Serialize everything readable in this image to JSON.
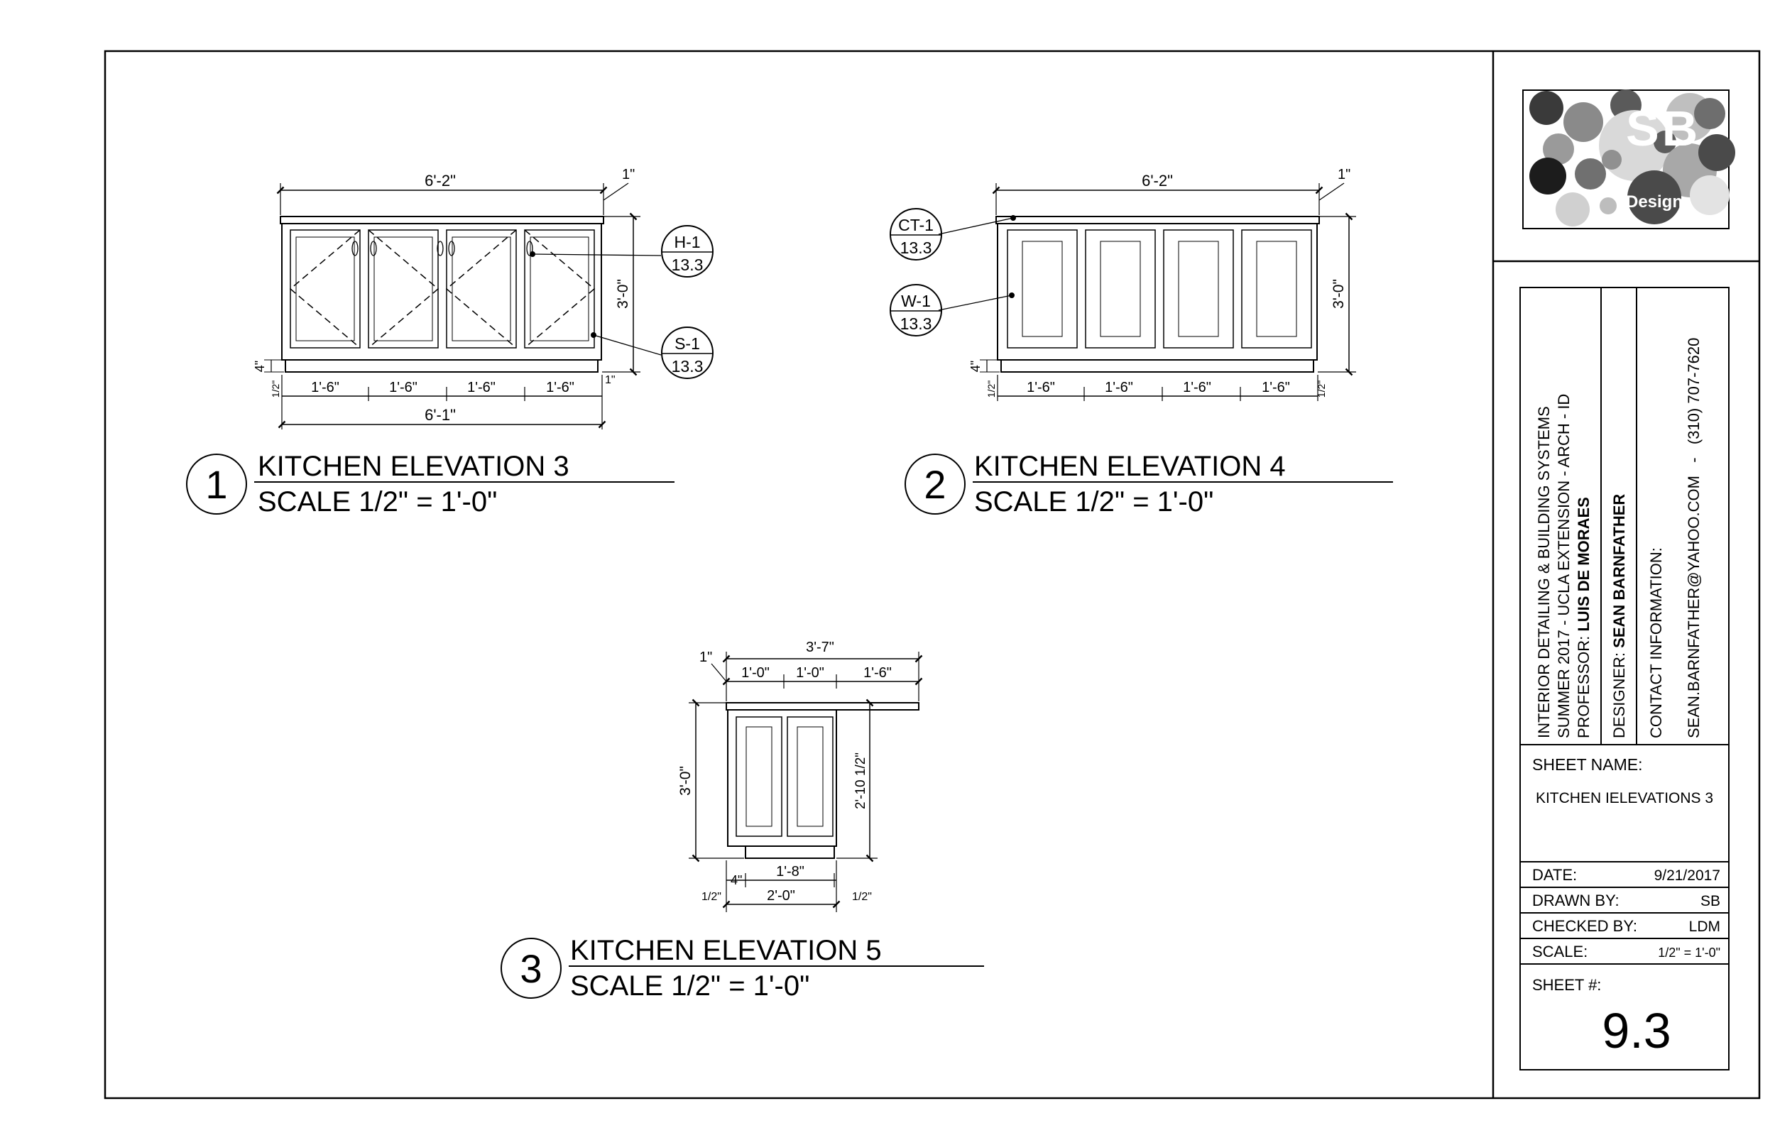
{
  "drawings": [
    {
      "number": "1",
      "title": "KITCHEN ELEVATION 3",
      "scale": "SCALE 1/2\" = 1'-0\"",
      "dims": {
        "overall_top": "6'-2\"",
        "overhang": "1\"",
        "height": "3'-0\"",
        "toe_height": "4\"",
        "toe_reveal": "1/2\"",
        "toe_reveal_right": "1\"",
        "bays": [
          "1'-6\"",
          "1'-6\"",
          "1'-6\"",
          "1'-6\""
        ],
        "overall_bottom": "6'-1\""
      },
      "tags": [
        {
          "code": "H-1",
          "sheet": "13.3"
        },
        {
          "code": "S-1",
          "sheet": "13.3"
        }
      ]
    },
    {
      "number": "2",
      "title": "KITCHEN ELEVATION 4",
      "scale": "SCALE 1/2\" = 1'-0\"",
      "dims": {
        "overall_top": "6'-2\"",
        "overhang": "1\"",
        "height": "3'-0\"",
        "toe_height": "4\"",
        "toe_reveal": "1/2\"",
        "toe_reveal_right": "1/2\"",
        "bays": [
          "1'-6\"",
          "1'-6\"",
          "1'-6\"",
          "1'-6\""
        ]
      },
      "tags": [
        {
          "code": "CT-1",
          "sheet": "13.3"
        },
        {
          "code": "W-1",
          "sheet": "13.3"
        }
      ]
    },
    {
      "number": "3",
      "title": "KITCHEN ELEVATION 5",
      "scale": "SCALE 1/2\" = 1'-0\"",
      "dims": {
        "overall_top": "3'-7\"",
        "overhang": "1\"",
        "top_segments": [
          "1'-0\"",
          "1'-0\"",
          "1'-6\""
        ],
        "height": "3'-0\"",
        "inner_height": "2'-10 1/2\"",
        "toe_height": "4\"",
        "toe_width": "1'-8\"",
        "reveal_left": "1/2\"",
        "reveal_right": "1/2\"",
        "overall_bottom": "2'-0\""
      }
    }
  ],
  "logo": {
    "letters": "SB",
    "word": "Design"
  },
  "titleblock": {
    "course_line1": "INTERIOR DETAILING & BUILDING SYSTEMS",
    "course_line2": "SUMMER 2017 - UCLA EXTENSION - ARCH - ID",
    "professor_label": "PROFESSOR: ",
    "professor_name": "LUIS DE MORAES",
    "designer_label": "DESIGNER: ",
    "designer_name": "SEAN BARNFATHER",
    "contact_label": "CONTACT INFORMATION:",
    "contact_value": "SEAN.BARNFATHER@YAHOO.COM   -   (310) 707-7620",
    "sheet_name_label": "SHEET NAME:",
    "sheet_name": "KITCHEN IELEVATIONS 3",
    "date_label": "DATE:",
    "date": "9/21/2017",
    "drawn_label": "DRAWN BY:",
    "drawn": "SB",
    "checked_label": "CHECKED BY:",
    "checked": "LDM",
    "scale_label": "SCALE:",
    "scale": "1/2\" = 1'-0\"",
    "sheet_no_label": "SHEET #:",
    "sheet_no": "9.3"
  }
}
